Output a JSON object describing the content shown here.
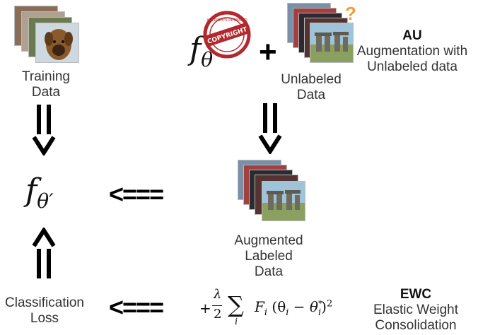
{
  "training": {
    "label_line1": "Training",
    "label_line2": "Data"
  },
  "model": {
    "f": "f",
    "theta": "θ"
  },
  "plus": "+",
  "stamp": {
    "text": "COPYRIGHT",
    "ring": "ALL RIGHTS RESERVED"
  },
  "unlabeled": {
    "label_line1": "Unlabeled",
    "label_line2": "Data",
    "mark": "?"
  },
  "au": {
    "title": "AU",
    "line1": "Augmentation with",
    "line2": "Unlabeled data"
  },
  "result_model": {
    "f": "f",
    "theta": "θ′"
  },
  "left_arrow": "<===",
  "augmented": {
    "line1": "Augmented",
    "line2": "Labeled",
    "line3": "Data"
  },
  "classification": {
    "line1": "Classification",
    "line2": "Loss"
  },
  "ewc_formula": {
    "plus": "+",
    "lambda": "λ",
    "two": "2",
    "sum": "∑",
    "sub_i": "i",
    "body": "F",
    "body_sub": "i",
    "paren": "(θ",
    "paren_sub": "i",
    "minus": " − θ",
    "star_sub": "i",
    "star": "*",
    "close": ")",
    "sq": "2"
  },
  "ewc": {
    "title": "EWC",
    "line1": "Elastic Weight",
    "line2": "Consolidation"
  },
  "colors": {
    "stamp": "#b3282d",
    "question": "#f0a030",
    "stone_sky": "#9fc3d8",
    "stone": "#6f6a5e"
  }
}
